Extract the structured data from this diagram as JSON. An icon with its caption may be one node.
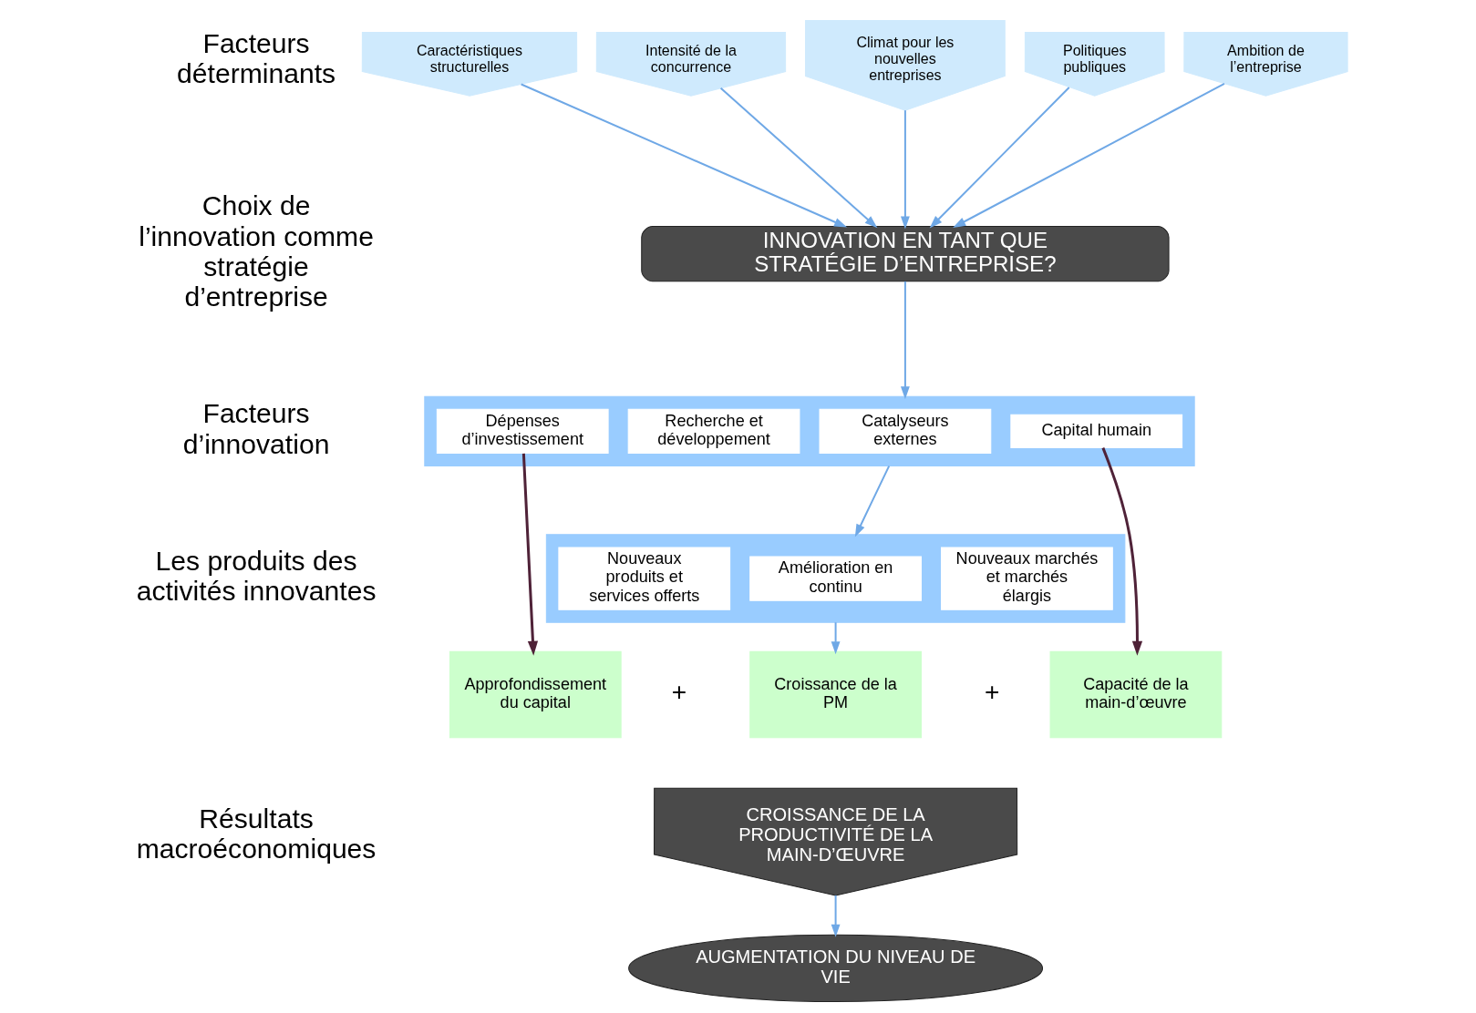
{
  "diagram": {
    "nodes": [
      {
        "text": [
          "Caractéristiques structurelles"
        ]
      },
      {
        "text": [
          "Intensité de la concurrence"
        ]
      },
      {
        "text": [
          "Climat pour les nouvelles entreprises"
        ]
      },
      {
        "text": [
          "Politiques publiques"
        ]
      },
      {
        "text": [
          "Ambition de l’entreprise"
        ]
      },
      {
        "text": [
          "INNOVATION EN TANT QUE STRATÉGIE D’ENTREPRISE?"
        ]
      },
      {
        "text": [],
        "shape": "box"
      },
      {
        "text": [
          "Dépenses d’investissement"
        ],
        "in": 6
      },
      {
        "text": [
          "Recherche et développement"
        ],
        "in": 6
      },
      {
        "text": [
          "Catalyseurs externes"
        ],
        "in": 6
      },
      {
        "text": [
          "Capital humain"
        ],
        "in": 6
      },
      {
        "text": [],
        "shape": "box"
      },
      {
        "text": [
          "Nouveaux produits et services offerts"
        ],
        "in": 11
      },
      {
        "text": [
          "Amélioration en continu"
        ],
        "in": 11
      },
      {
        "text": [
          "Nouveaux marchés et marchés élargis"
        ],
        "in": 11
      },
      {
        "text": [
          "Approfondissement du capital"
        ]
      },
      {
        "text": [
          "Croissance de la PM"
        ]
      },
      {
        "text": [
          "Capacité de la main-d’œuvre"
        ]
      },
      {
        "text": [
          "CROISSANCE DE LA PRODUCTIVITÉ DE LA MAIN-D’ŒUVRE"
        ]
      },
      {
        "text": [
          "AUGMENTATION DU NIVEAU DE VIE"
        ]
      }
    ],
    "edges": [
      {
        "from": 0,
        "to": 5,
        "arrow": "to"
      },
      {
        "from": 1,
        "to": 5,
        "arrow": "to"
      },
      {
        "from": 2,
        "to": 5,
        "arrow": "to"
      },
      {
        "from": 3,
        "to": 5,
        "arrow": "to"
      },
      {
        "from": 4,
        "to": 5,
        "arrow": "to"
      },
      {
        "from": 5,
        "to": 6,
        "arrow": "to"
      },
      {
        "from": 6,
        "to": 11,
        "arrow": "to"
      },
      {
        "from": 11,
        "to": 16,
        "arrow": "to"
      },
      {
        "from": 7,
        "to": 15,
        "arrow": "to",
        "color": "#4f2238"
      },
      {
        "from": 10,
        "to": 17,
        "arrow": "to",
        "color": "#4f2238"
      },
      {
        "from": 18,
        "to": 19,
        "arrow": "to"
      }
    ],
    "labels": [
      "Facteurs déterminants",
      "Choix de l’innovation comme stratégie d’entreprise",
      "Facteurs d’innovation",
      "Les produits des activités innovantes",
      "+",
      "+",
      "Résultats macroéconomiques"
    ]
  }
}
